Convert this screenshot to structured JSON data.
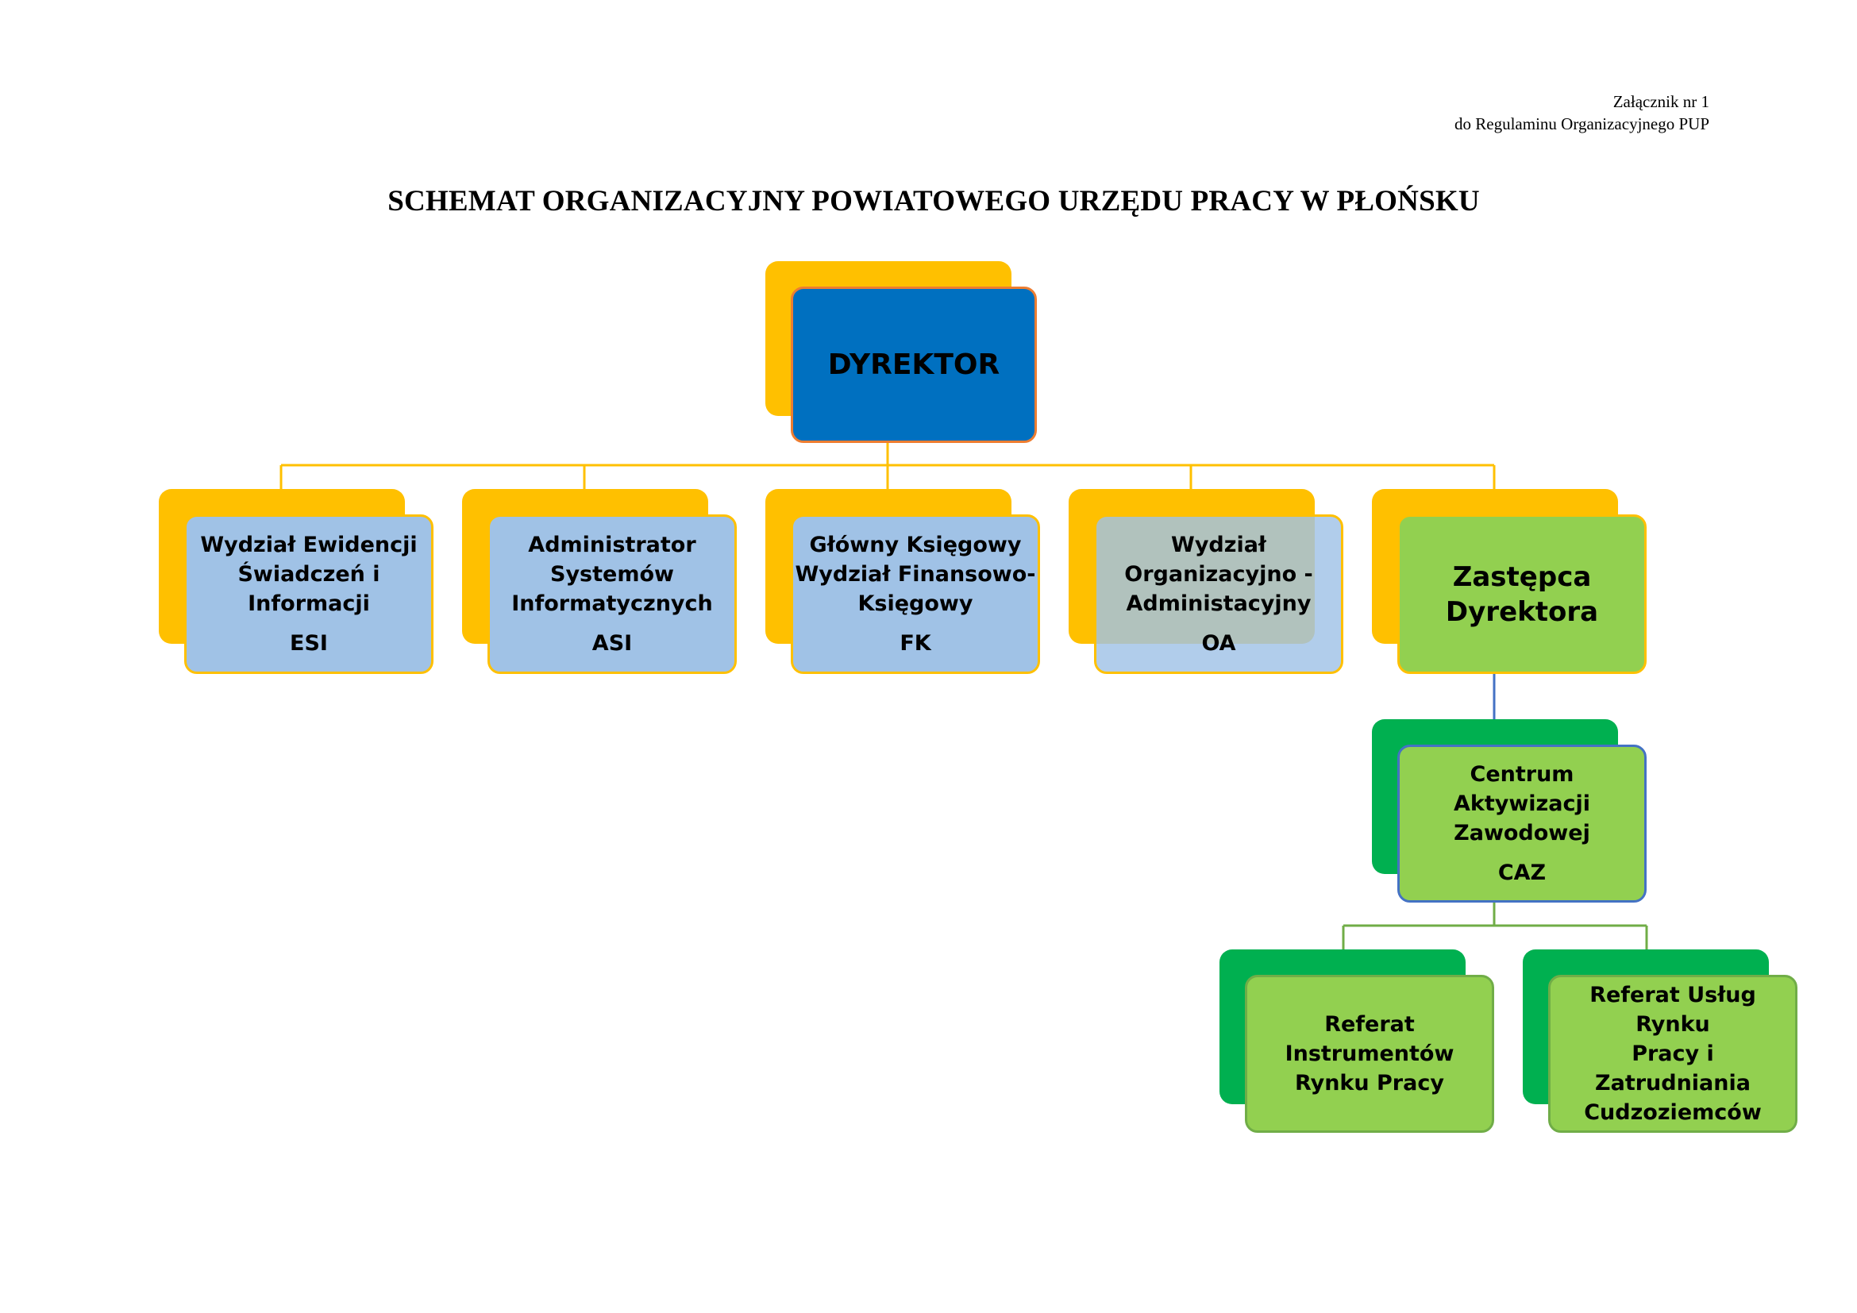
{
  "header": {
    "annex_line1": "Załącznik nr 1",
    "annex_line2": "do Regulaminu Organizacyjnego PUP"
  },
  "title": "SCHEMAT ORGANIZACYJNY POWIATOWEGO URZĘDU PRACY W PŁOŃSKU",
  "colors": {
    "yellow": "#ffc000",
    "blue": "#0070c0",
    "light_blue": "#a0c2e6",
    "green": "#00b050",
    "light_green": "#92d050",
    "orange": "#ed7d31"
  },
  "nodes": {
    "director": {
      "label": "DYREKTOR"
    },
    "esi": {
      "label": "Wydział Ewidencji\nŚwiadczeń i\nInformacji",
      "abbr": "ESI"
    },
    "asi": {
      "label": "Administrator\nSystemów\nInformatycznych",
      "abbr": "ASI"
    },
    "fk": {
      "label": "Główny Księgowy\nWydział Finansowo-\nKsięgowy",
      "abbr": "FK"
    },
    "oa": {
      "label": "Wydział\nOrganizacyjno -\nAdministacyjny",
      "abbr": "OA"
    },
    "deputy": {
      "label": "Zastępca\nDyrektora"
    },
    "caz": {
      "label": "Centrum\nAktywizacji\nZawodowej",
      "abbr": "CAZ"
    },
    "rirp": {
      "label": "Referat\nInstrumentów\nRynku Pracy"
    },
    "rurp": {
      "label": "Referat Usług Rynku\nPracy i Zatrudniania\nCudzoziemców"
    }
  }
}
